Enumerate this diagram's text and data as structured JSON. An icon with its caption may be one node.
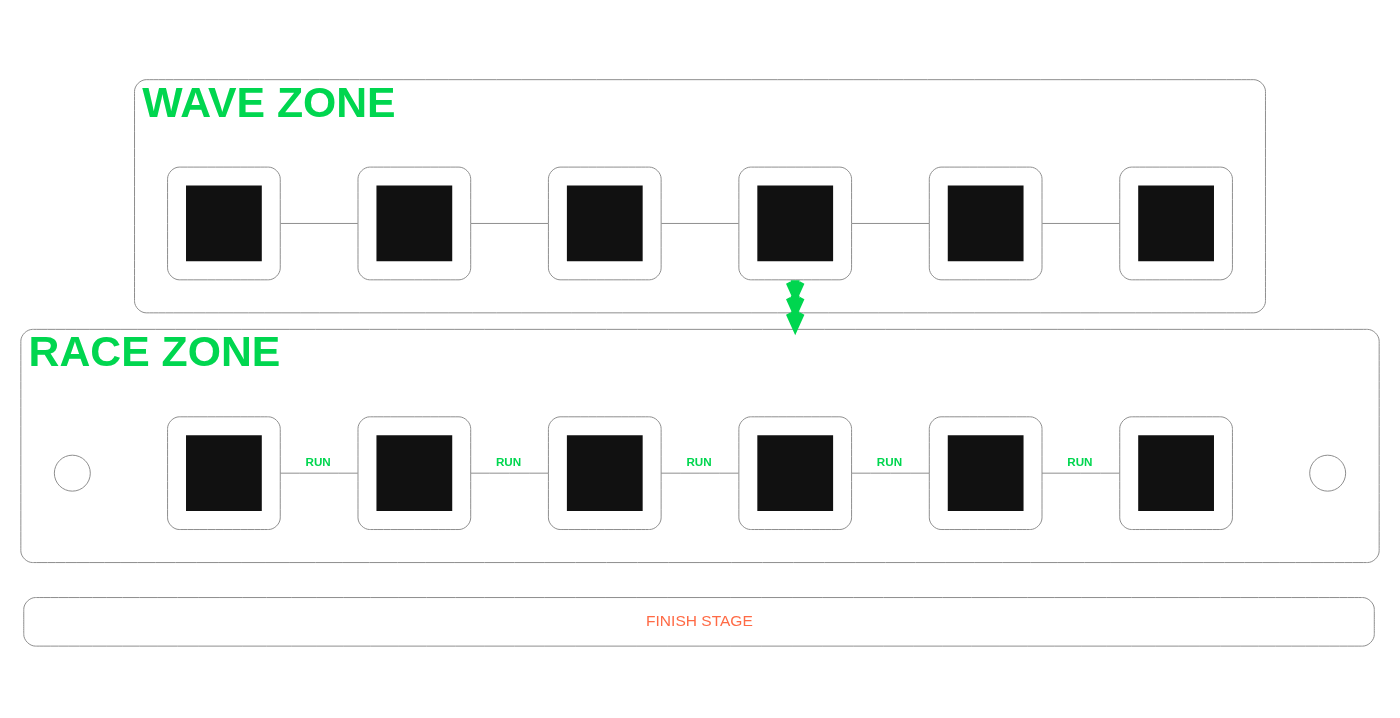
{
  "diagram": {
    "nodes": [
      {
        "text": [
          "WAVE ZONE"
        ]
      },
      {
        "text": [],
        "shape": "picture",
        "in": 0
      },
      {
        "text": [],
        "shape": "picture",
        "in": 0
      },
      {
        "text": [],
        "shape": "picture",
        "in": 0
      },
      {
        "text": [],
        "shape": "picture",
        "in": 0
      },
      {
        "text": [],
        "shape": "picture",
        "in": 0
      },
      {
        "text": [],
        "shape": "picture",
        "in": 0
      },
      {
        "text": [
          "RACE ZONE"
        ]
      },
      {
        "text": [],
        "shape": "circle",
        "in": 7
      },
      {
        "text": [],
        "shape": "picture",
        "in": 7
      },
      {
        "text": [],
        "shape": "picture",
        "in": 7
      },
      {
        "text": [],
        "shape": "picture",
        "in": 7
      },
      {
        "text": [],
        "shape": "picture",
        "in": 7
      },
      {
        "text": [],
        "shape": "picture",
        "in": 7
      },
      {
        "text": [],
        "shape": "picture",
        "in": 7
      },
      {
        "text": [],
        "shape": "circle",
        "in": 7
      },
      {
        "text": [
          "FINISH STAGE"
        ]
      }
    ],
    "edges": [
      {
        "from": 1,
        "to": 2,
        "arrow": "none"
      },
      {
        "from": 2,
        "to": 3,
        "arrow": "none"
      },
      {
        "from": 3,
        "to": 4,
        "arrow": "none"
      },
      {
        "from": 4,
        "to": 5,
        "arrow": "none"
      },
      {
        "from": 5,
        "to": 6,
        "arrow": "none"
      },
      {
        "from": 0,
        "to": 7,
        "arrow": "to",
        "style": "thick",
        "color": "#00d64f"
      },
      {
        "from": 9,
        "to": 10,
        "arrow": "none",
        "label": "RUN"
      },
      {
        "from": 10,
        "to": 11,
        "arrow": "none",
        "label": "RUN"
      },
      {
        "from": 11,
        "to": 12,
        "arrow": "none",
        "label": "RUN"
      },
      {
        "from": 12,
        "to": 13,
        "arrow": "none",
        "label": "RUN"
      },
      {
        "from": 13,
        "to": 14,
        "arrow": "none",
        "label": "RUN"
      }
    ]
  }
}
